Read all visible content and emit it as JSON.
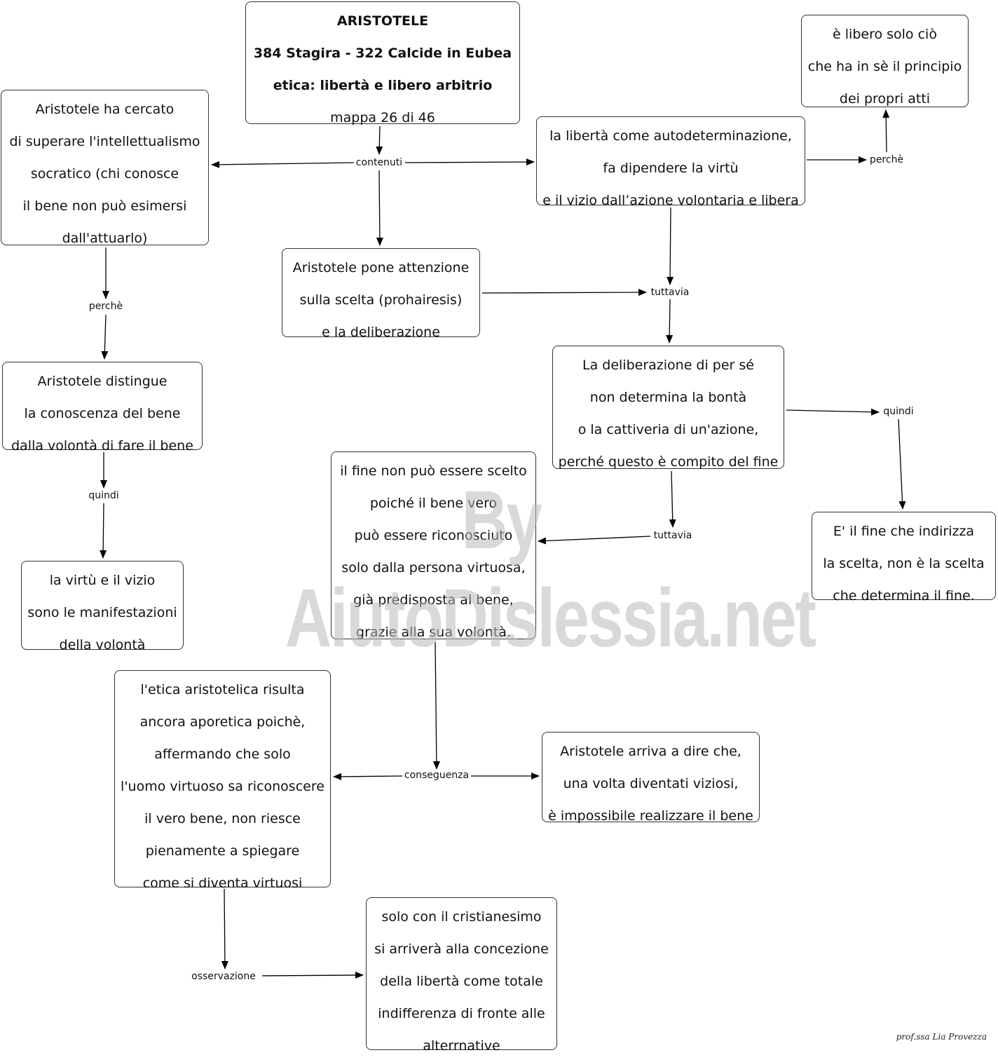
{
  "title_node": {
    "line1": "ARISTOTELE",
    "line2": "384 Stagira - 322 Calcide in Eubea",
    "line3": "etica: libertà e libero arbitrio",
    "line4": "mappa 26 di 46"
  },
  "nodes": {
    "intellettualismo": [
      "Aristotele ha cercato",
      "di superare l'intellettualismo",
      "socratico (chi conosce",
      "il bene non può esimersi",
      "dall'attuarlo)"
    ],
    "autodeterminazione": [
      "la libertà come autodeterminazione,",
      "fa dipendere la virtù",
      "e il vizio dall’azione volontaria e libera"
    ],
    "libero_solo": [
      "è libero solo ciò",
      "che ha in sè il principio",
      "dei propri atti"
    ],
    "scelta": [
      "Aristotele pone attenzione",
      "sulla scelta (prohairesis)",
      "e la deliberazione"
    ],
    "distingue": [
      "Aristotele distingue",
      "la conoscenza del bene",
      "dalla volontà di fare il bene"
    ],
    "deliberazione": [
      "La deliberazione di per sé",
      "non determina la bontà",
      "o la cattiveria di un'azione,",
      "perché questo è compito del fine"
    ],
    "virtu_vizio": [
      "la virtù e il vizio",
      "sono le manifestazioni",
      "della volontà"
    ],
    "fine_non_scelto": [
      "il fine non può essere scelto",
      "poiché il bene vero",
      "può essere riconosciuto",
      "solo dalla persona virtuosa,",
      "già predisposta al bene,",
      "grazie alla sua volontà."
    ],
    "fine_indirizza": [
      "E' il fine che indirizza",
      "la scelta, non è la scelta",
      "che determina il fine."
    ],
    "aporetica": [
      "l'etica aristotelica risulta",
      "ancora aporetica poichè,",
      "affermando che solo",
      "l'uomo virtuoso sa riconoscere",
      "il vero bene, non riesce",
      "pienamente a spiegare",
      "come si diventa virtuosi"
    ],
    "viziosi": [
      "Aristotele arriva a dire che,",
      "una volta diventati viziosi,",
      "è impossibile realizzare il bene"
    ],
    "cristianesimo": [
      "solo con il cristianesimo",
      "si arriverà alla concezione",
      "della libertà come totale",
      "indifferenza di fronte alle",
      "alterrnative"
    ]
  },
  "connectors": {
    "contenuti": "contenuti",
    "perche_top": "perchè",
    "perche_left": "perchè",
    "tuttavia_1": "tuttavia",
    "quindi_right": "quindi",
    "quindi_left": "quindi",
    "tuttavia_2": "tuttavia",
    "conseguenza": "conseguenza",
    "osservazione": "osservazione"
  },
  "watermark": "By AiutoDislessia.net",
  "signature": "prof.ssa Lia Provezza"
}
